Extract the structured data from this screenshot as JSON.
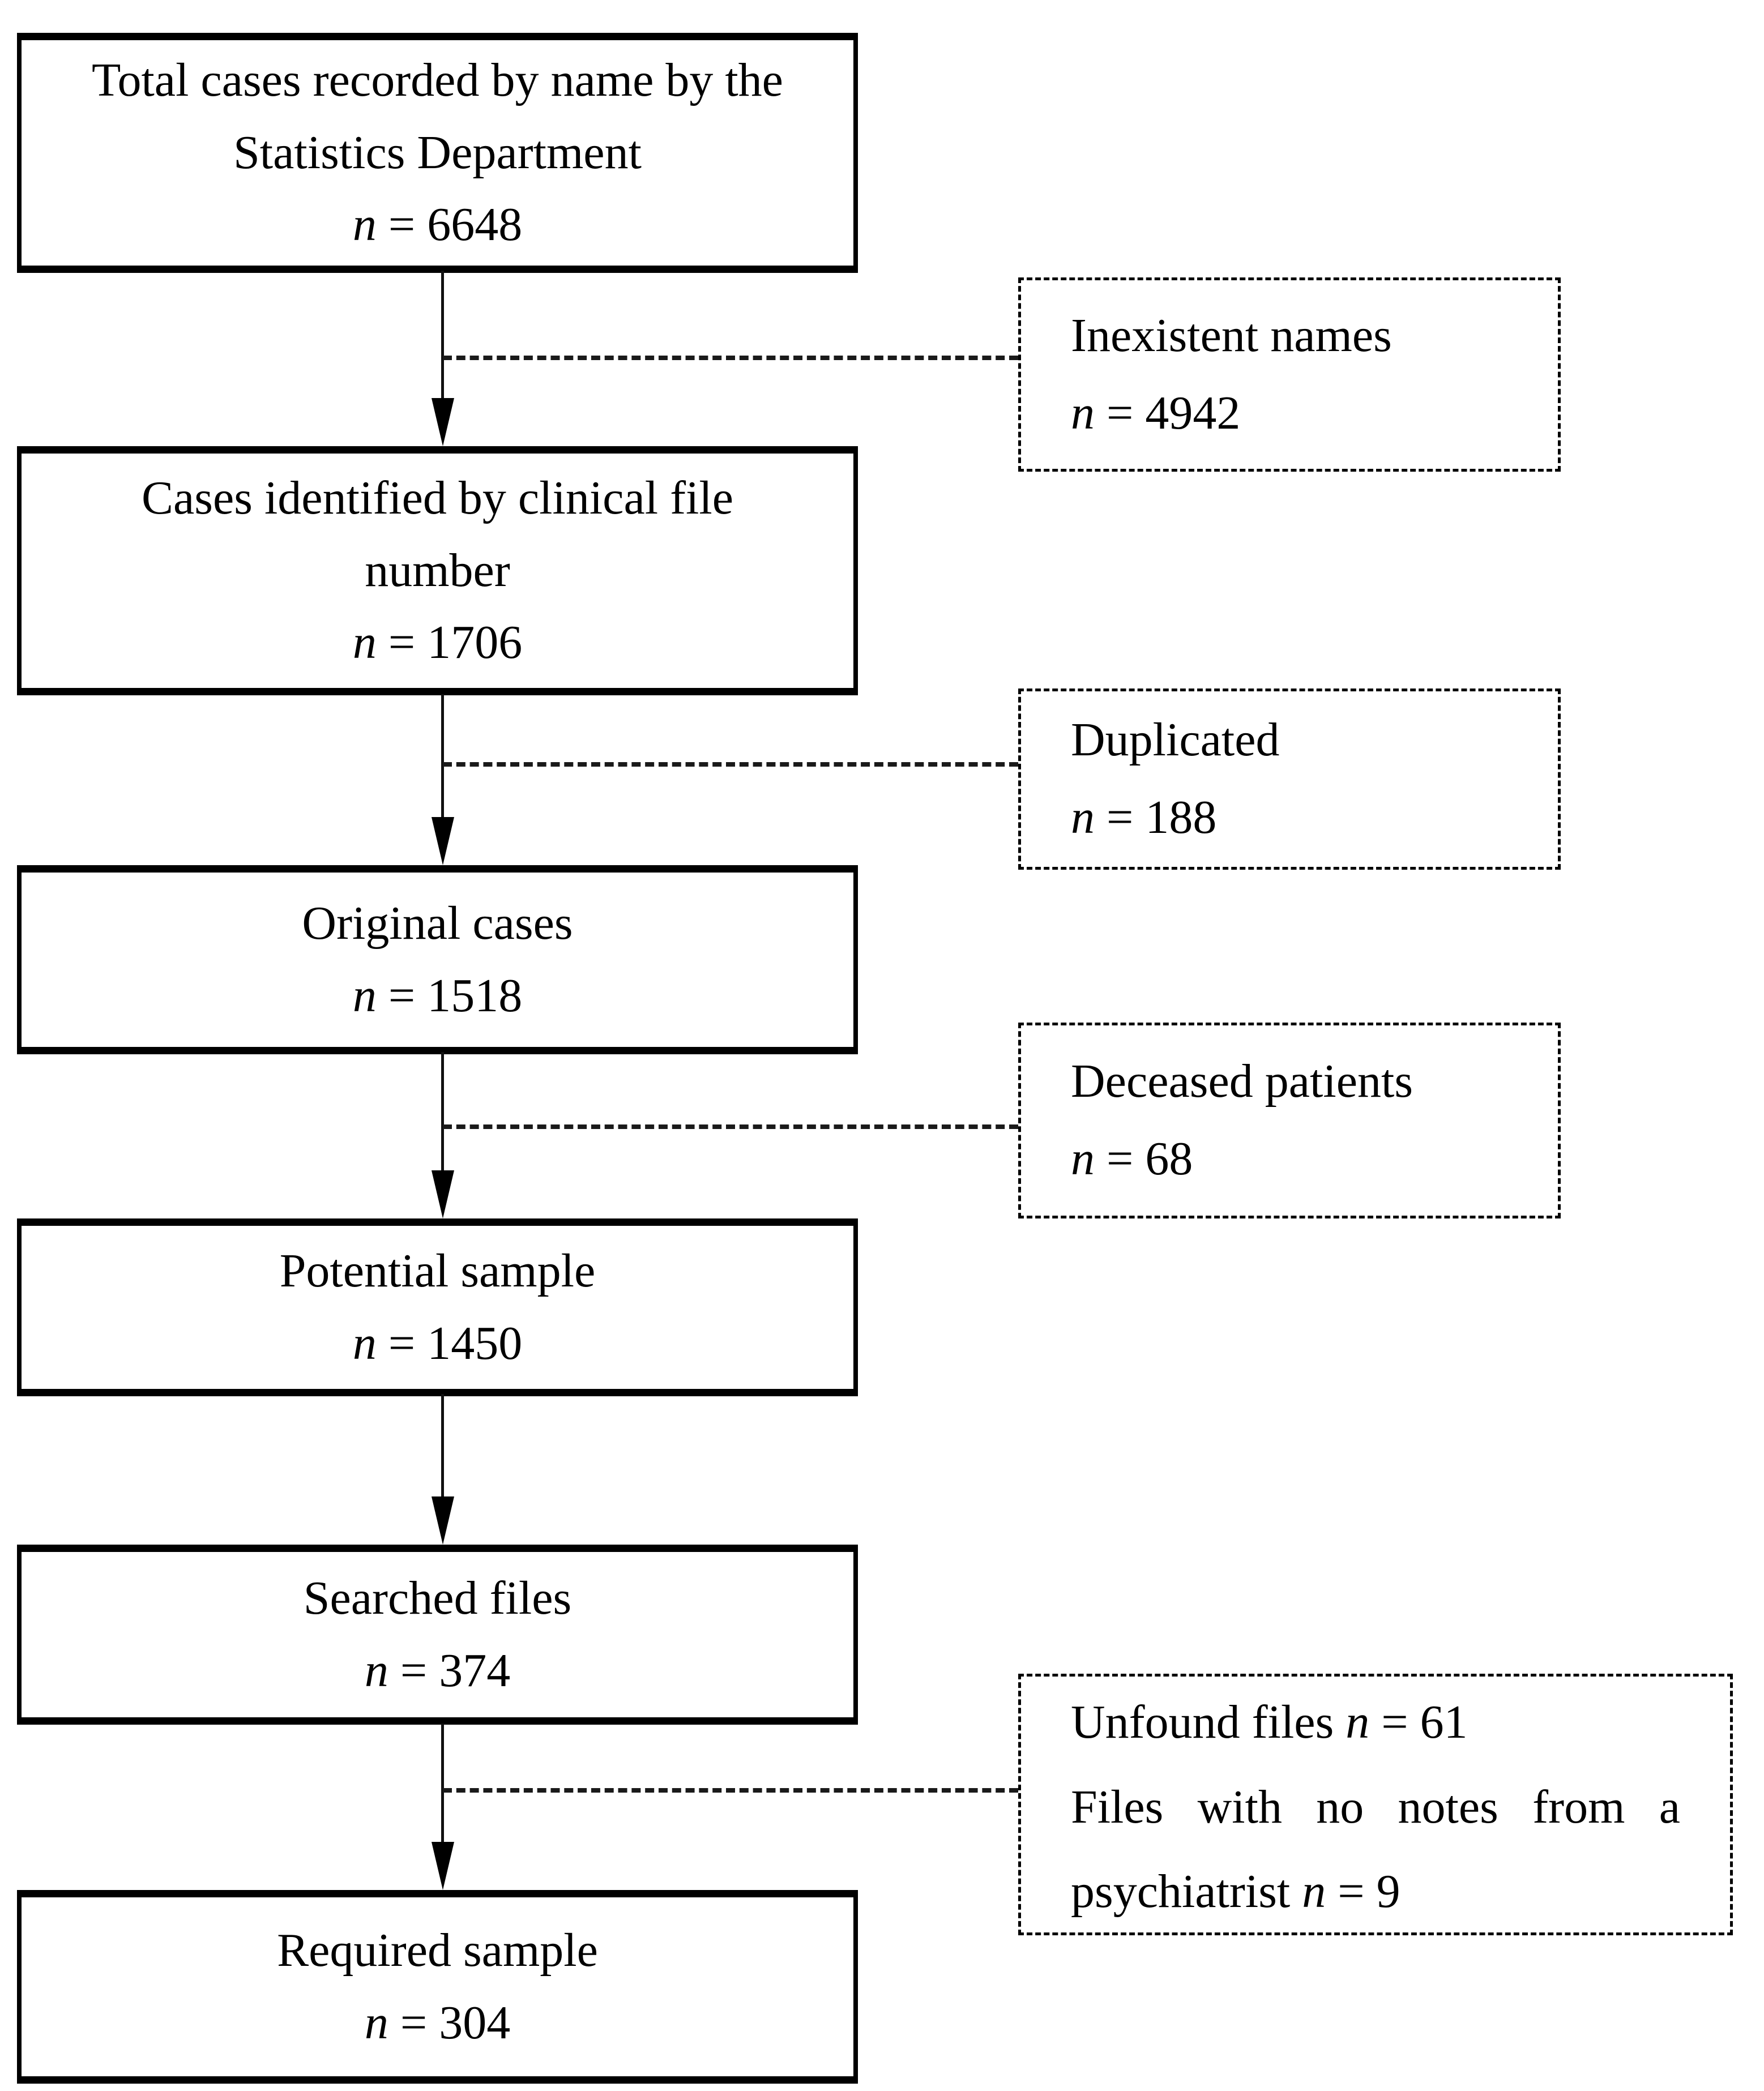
{
  "glyphs": {
    "eq": " = "
  },
  "flow": {
    "type": "flowchart",
    "main": [
      {
        "id": "total-cases",
        "lines": [
          "Total cases recorded by name by the",
          "Statistics Department"
        ],
        "n_symbol": "n",
        "n_value": "6648"
      },
      {
        "id": "cases-identified",
        "lines": [
          "Cases identified by clinical file",
          "number"
        ],
        "n_symbol": "n",
        "n_value": "1706"
      },
      {
        "id": "original-cases",
        "lines": [
          "Original cases"
        ],
        "n_symbol": "n",
        "n_value": "1518"
      },
      {
        "id": "potential-sample",
        "lines": [
          "Potential sample"
        ],
        "n_symbol": "n",
        "n_value": "1450"
      },
      {
        "id": "searched-files",
        "lines": [
          "Searched files"
        ],
        "n_symbol": "n",
        "n_value": "374"
      },
      {
        "id": "required-sample",
        "lines": [
          "Required sample"
        ],
        "n_symbol": "n",
        "n_value": "304"
      }
    ],
    "side": [
      {
        "id": "inexistent-names",
        "label": "Inexistent names",
        "n_symbol": "n",
        "n_value": "4942"
      },
      {
        "id": "duplicated",
        "label": "Duplicated",
        "n_symbol": "n",
        "n_value": "188"
      },
      {
        "id": "deceased-patients",
        "label": "Deceased patients",
        "n_symbol": "n",
        "n_value": "68"
      },
      {
        "id": "excluded-files",
        "items": [
          {
            "label": "Unfound files ",
            "n_symbol": "n",
            "n_value": "61"
          },
          {
            "label": "Files with no notes from a psychiatrist ",
            "n_symbol": "n",
            "n_value": "9"
          }
        ]
      }
    ],
    "edges": [
      {
        "from": "total-cases",
        "to": "cases-identified",
        "branch": "inexistent-names"
      },
      {
        "from": "cases-identified",
        "to": "original-cases",
        "branch": "duplicated"
      },
      {
        "from": "original-cases",
        "to": "potential-sample",
        "branch": "deceased-patients"
      },
      {
        "from": "potential-sample",
        "to": "searched-files",
        "branch": null
      },
      {
        "from": "searched-files",
        "to": "required-sample",
        "branch": "excluded-files"
      }
    ],
    "colors": {
      "border": "#000000",
      "text": "#000000",
      "background": "#ffffff"
    }
  }
}
